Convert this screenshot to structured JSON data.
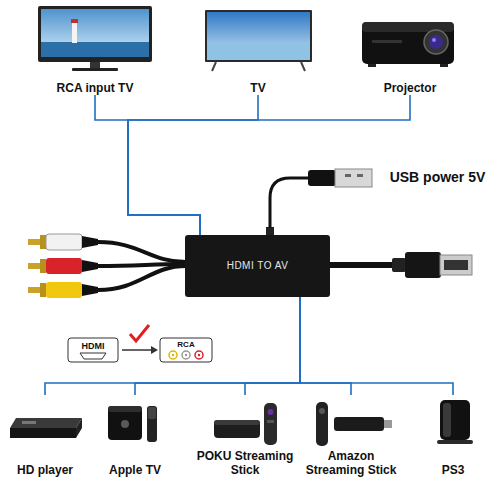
{
  "diagram": {
    "nodes": [
      {
        "text": [
          "RCA input TV"
        ]
      },
      {
        "text": [
          "TV"
        ]
      },
      {
        "text": [
          "Projector"
        ]
      },
      {
        "text": [
          "HDMI TO AV"
        ]
      },
      {
        "text": [
          "HD player"
        ]
      },
      {
        "text": [
          "Apple TV"
        ]
      },
      {
        "text": [
          "POKU Streaming Stick"
        ]
      },
      {
        "text": [
          "Amazon Streaming Stick"
        ]
      },
      {
        "text": [
          "PS3"
        ]
      }
    ],
    "edges": [
      {
        "from": 3,
        "to": 0,
        "arrow": "none"
      },
      {
        "from": 3,
        "to": 1,
        "arrow": "none"
      },
      {
        "from": 3,
        "to": 2,
        "arrow": "none"
      },
      {
        "from": 4,
        "to": 3,
        "arrow": "none"
      },
      {
        "from": 5,
        "to": 3,
        "arrow": "none"
      },
      {
        "from": 6,
        "to": 3,
        "arrow": "none"
      },
      {
        "from": 7,
        "to": 3,
        "arrow": "none"
      },
      {
        "from": 8,
        "to": 3,
        "arrow": "none"
      }
    ],
    "labels": [
      "USB power 5V",
      "HDMI",
      "RCA"
    ]
  }
}
